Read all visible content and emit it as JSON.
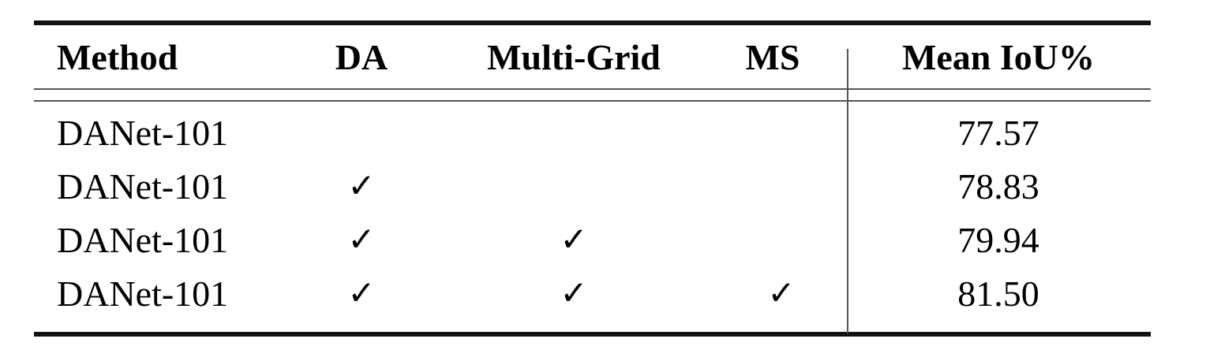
{
  "table": {
    "columns": [
      {
        "key": "method",
        "label": "Method",
        "align": "left"
      },
      {
        "key": "da",
        "label": "DA",
        "align": "center"
      },
      {
        "key": "multi_grid",
        "label": "Multi-Grid",
        "align": "center"
      },
      {
        "key": "ms",
        "label": "MS",
        "align": "center"
      },
      {
        "key": "miou",
        "label": "Mean IoU%",
        "align": "center"
      }
    ],
    "check_glyph": "✓",
    "rows": [
      {
        "method": "DANet-101",
        "da": "",
        "multi_grid": "",
        "ms": "",
        "miou": "77.57"
      },
      {
        "method": "DANet-101",
        "da": "✓",
        "multi_grid": "",
        "ms": "",
        "miou": "78.83"
      },
      {
        "method": "DANet-101",
        "da": "✓",
        "multi_grid": "✓",
        "ms": "",
        "miou": "79.94"
      },
      {
        "method": "DANet-101",
        "da": "✓",
        "multi_grid": "✓",
        "ms": "✓",
        "miou": "81.50"
      }
    ]
  },
  "colors": {
    "background": "#ffffff",
    "text": "#000000",
    "heavy_rule": "#111111",
    "thin_rule": "#555555"
  }
}
